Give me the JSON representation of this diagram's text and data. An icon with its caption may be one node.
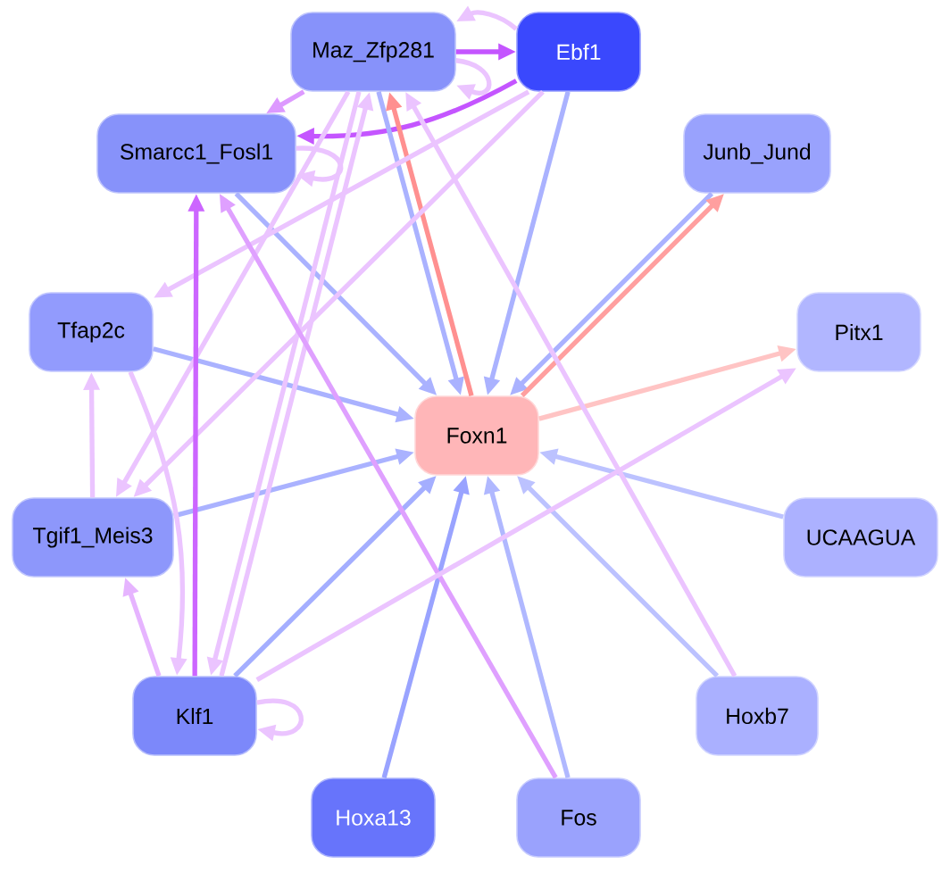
{
  "diagram": {
    "nodes": [
      {
        "text": [
          "Maz_Zfp281"
        ]
      },
      {
        "text": [
          "Ebf1"
        ]
      },
      {
        "text": [
          "Smarcc1_Fosl1"
        ]
      },
      {
        "text": [
          "Junb_Jund"
        ]
      },
      {
        "text": [
          "Tfap2c"
        ]
      },
      {
        "text": [
          "Pitx1"
        ]
      },
      {
        "text": [
          "Foxn1"
        ]
      },
      {
        "text": [
          "Tgif1_Meis3"
        ]
      },
      {
        "text": [
          "UCAAGUA"
        ]
      },
      {
        "text": [
          "Klf1"
        ]
      },
      {
        "text": [
          "Hoxb7"
        ]
      },
      {
        "text": [
          "Hoxa13"
        ]
      },
      {
        "text": [
          "Fos"
        ]
      }
    ],
    "edges": [
      {
        "from": 0,
        "to": 1,
        "arrow": "to",
        "color": "#c455ff"
      },
      {
        "from": 1,
        "to": 0,
        "arrow": "to"
      },
      {
        "from": 0,
        "to": 0,
        "arrow": "to"
      },
      {
        "from": 0,
        "to": 2,
        "arrow": "to",
        "color": "#dd99ff"
      },
      {
        "from": 1,
        "to": 2,
        "arrow": "to",
        "color": "#c455ff"
      },
      {
        "from": 2,
        "to": 2,
        "arrow": "to"
      },
      {
        "from": 0,
        "to": 6,
        "arrow": "to",
        "color": "#aab2ff"
      },
      {
        "from": 6,
        "to": 0,
        "arrow": "to",
        "color": "#ff9090"
      },
      {
        "from": 1,
        "to": 6,
        "arrow": "to",
        "color": "#aab2ff"
      },
      {
        "from": 2,
        "to": 6,
        "arrow": "to",
        "color": "#aab2ff"
      },
      {
        "from": 3,
        "to": 6,
        "arrow": "to",
        "color": "#aab2ff"
      },
      {
        "from": 6,
        "to": 3,
        "arrow": "to",
        "color": "#ff9f9f"
      },
      {
        "from": 4,
        "to": 6,
        "arrow": "to",
        "color": "#aab2ff"
      },
      {
        "from": 6,
        "to": 5,
        "arrow": "to",
        "color": "#ffc4c4"
      },
      {
        "from": 7,
        "to": 6,
        "arrow": "to",
        "color": "#aab2ff"
      },
      {
        "from": 8,
        "to": 6,
        "arrow": "to",
        "color": "#bcc2ff"
      },
      {
        "from": 9,
        "to": 6,
        "arrow": "to",
        "color": "#a4aeff"
      },
      {
        "from": 10,
        "to": 6,
        "arrow": "to",
        "color": "#bcc2ff"
      },
      {
        "from": 11,
        "to": 6,
        "arrow": "to",
        "color": "#99a3ff"
      },
      {
        "from": 12,
        "to": 6,
        "arrow": "to",
        "color": "#b0b8ff"
      },
      {
        "from": 1,
        "to": 4,
        "arrow": "to"
      },
      {
        "from": 1,
        "to": 7,
        "arrow": "to"
      },
      {
        "from": 0,
        "to": 7,
        "arrow": "to"
      },
      {
        "from": 0,
        "to": 9,
        "arrow": "to"
      },
      {
        "from": 9,
        "to": 0,
        "arrow": "to"
      },
      {
        "from": 10,
        "to": 0,
        "arrow": "to"
      },
      {
        "from": 12,
        "to": 2,
        "arrow": "to",
        "color": "#dfa0ff"
      },
      {
        "from": 9,
        "to": 2,
        "arrow": "to",
        "color": "#cc66ff"
      },
      {
        "from": 4,
        "to": 9,
        "arrow": "to"
      },
      {
        "from": 9,
        "to": 7,
        "arrow": "to",
        "color": "#e6b4ff"
      },
      {
        "from": 7,
        "to": 4,
        "arrow": "to"
      },
      {
        "from": 9,
        "to": 9,
        "arrow": "to"
      },
      {
        "from": 9,
        "to": 5,
        "arrow": "to"
      }
    ]
  }
}
